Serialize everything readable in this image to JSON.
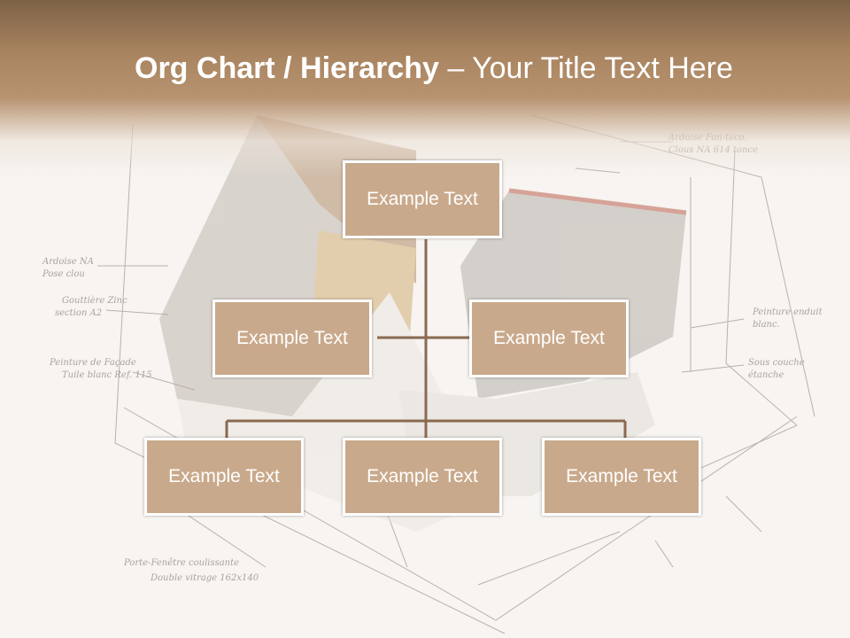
{
  "title": {
    "bold_part": "Org Chart / Hierarchy",
    "separator": " – ",
    "normal_part": "Your Title Text Here"
  },
  "org_chart": {
    "top": {
      "label": "Example Text"
    },
    "middle": [
      {
        "label": "Example Text"
      },
      {
        "label": "Example Text"
      }
    ],
    "bottom": [
      {
        "label": "Example Text"
      },
      {
        "label": "Example Text"
      },
      {
        "label": "Example Text"
      }
    ]
  },
  "colors": {
    "header": "#a98460",
    "box_fill": "#c9a98b",
    "box_border": "#ffffff",
    "connector": "#8a6a50",
    "sketch": "#9a9590"
  }
}
